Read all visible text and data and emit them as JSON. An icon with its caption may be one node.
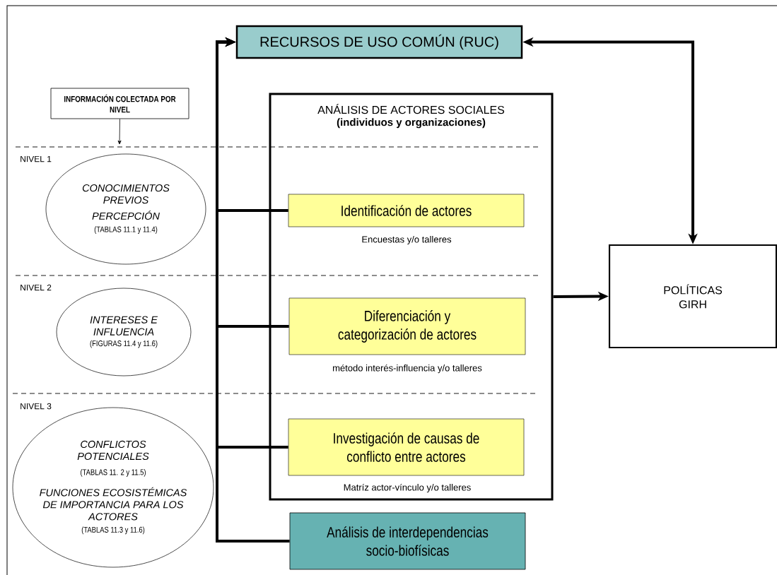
{
  "diagram": {
    "nodes": [
      {
        "text": [
          "RECURSOS DE USO COMÚN (RUC)"
        ]
      },
      {
        "text": [
          "INFORMACIÓN COLECTADA POR NIVEL"
        ]
      },
      {
        "text": [
          "ANÁLISIS DE ACTORES SOCIALES",
          "(individuos y organizaciones)"
        ]
      },
      {
        "text": [
          "CONOCIMIENTOS PREVIOS",
          "PERCEPCIÓN",
          "(TABLAS 11.1 y 11.4)"
        ]
      },
      {
        "text": [
          "Identificación de actores"
        ],
        "in": 2,
        "beside": [
          "Encuestas y/o talleres"
        ]
      },
      {
        "text": [
          "INTERESES E INFLUENCIA",
          "(FIGURAS 11.4 y 11.6)"
        ]
      },
      {
        "text": [
          "Diferenciación y categorización de actores"
        ],
        "in": 2,
        "beside": [
          "método interés-influencia y/o talleres"
        ]
      },
      {
        "text": [
          "CONFLICTOS POTENCIALES",
          "(TABLAS 11. 2 y 11.5)",
          "FUNCIONES ECOSISTÉMICAS DE IMPORTANCIA PARA LOS ACTORES",
          "(TABLAS 11.3 y 11.6)"
        ]
      },
      {
        "text": [
          "Investigación de causas de conflicto entre actores"
        ],
        "in": 2,
        "beside": [
          "Matríz actor-vínculo y/o talleres"
        ]
      },
      {
        "text": [
          "Análisis de interdependencias socio-biofísicas"
        ]
      },
      {
        "text": [
          "POLÍTICAS GIRH"
        ]
      }
    ],
    "edges": [
      {
        "from": 1,
        "to": null,
        "arrow": "to"
      },
      {
        "from": 4,
        "to": 0,
        "arrow": "to"
      },
      {
        "from": 6,
        "to": 0,
        "arrow": "to"
      },
      {
        "from": 8,
        "to": 0,
        "arrow": "to"
      },
      {
        "from": 9,
        "to": 0,
        "arrow": "to"
      },
      {
        "from": 0,
        "to": 10,
        "arrow": "both"
      },
      {
        "from": 2,
        "to": 10,
        "arrow": "to"
      }
    ],
    "labels": [
      "NIVEL 1",
      "NIVEL 2",
      "NIVEL 3"
    ]
  }
}
